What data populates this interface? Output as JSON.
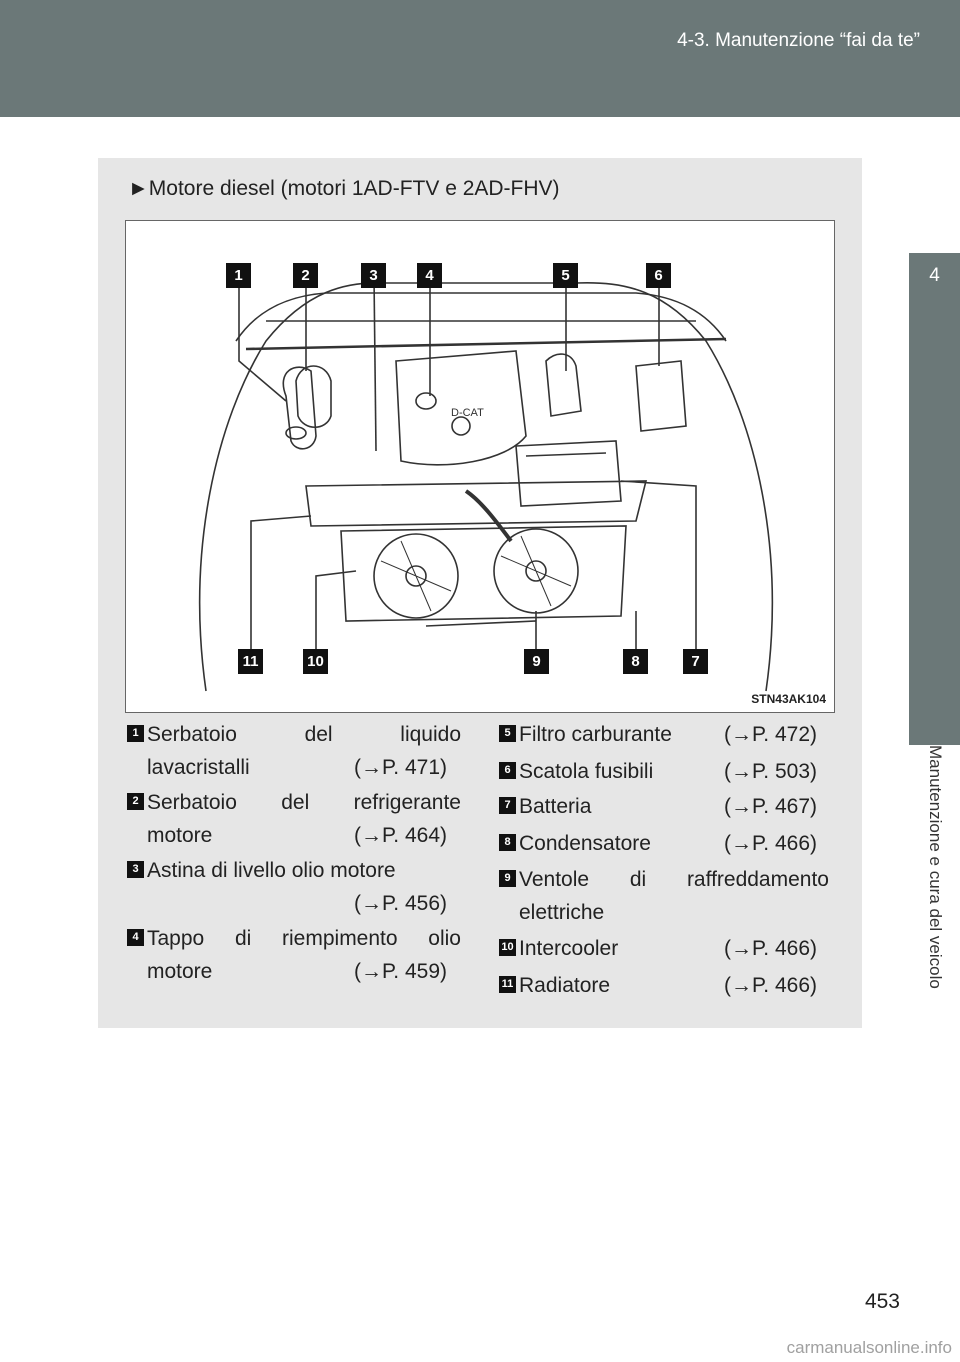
{
  "header": {
    "section": "4-3. Manutenzione “fai da te”"
  },
  "side_tab": {
    "number": "4",
    "title": "Manutenzione e cura del veicolo"
  },
  "section": {
    "title": "►Motore diesel (motori 1AD-FTV e 2AD-FHV)"
  },
  "figure": {
    "code": "STN43AK104",
    "top_labels": [
      "1",
      "2",
      "3",
      "4",
      "5",
      "6"
    ],
    "bottom_labels": [
      "11",
      "10",
      "9",
      "8",
      "7"
    ]
  },
  "items": [
    {
      "num": "1",
      "line1_a": "Serbatoio",
      "line1_b": "del",
      "line1_c": "liquido",
      "line2": "lavacristalli",
      "ref": "(→P. 471)"
    },
    {
      "num": "2",
      "line1_a": "Serbatoio",
      "line1_b": "del",
      "line1_c": "refrigerante",
      "line2": "motore",
      "ref": "(→P. 464)"
    },
    {
      "num": "3",
      "line1": "Astina di livello olio motore",
      "ref": "(→P. 456)"
    },
    {
      "num": "4",
      "line1_a": "Tappo",
      "line1_b": "di",
      "line1_c": "riempimento",
      "line1_d": "olio",
      "line2": "motore",
      "ref": "(→P. 459)"
    },
    {
      "num": "5",
      "label": "Filtro carburante",
      "ref": "(→P. 472)"
    },
    {
      "num": "6",
      "label": "Scatola fusibili",
      "ref": "(→P. 503)"
    },
    {
      "num": "7",
      "label": "Batteria",
      "ref": "(→P. 467)"
    },
    {
      "num": "8",
      "label": "Condensatore",
      "ref": "(→P. 466)"
    },
    {
      "num": "9",
      "line1_a": "Ventole",
      "line1_b": "di",
      "line1_c": "raffreddamento",
      "line2": "elettriche"
    },
    {
      "num": "10",
      "label": "Intercooler",
      "ref": "(→P. 466)"
    },
    {
      "num": "11",
      "label": "Radiatore",
      "ref": "(→P. 466)"
    }
  ],
  "page_number": "453",
  "watermark": "carmanualsonline.info"
}
